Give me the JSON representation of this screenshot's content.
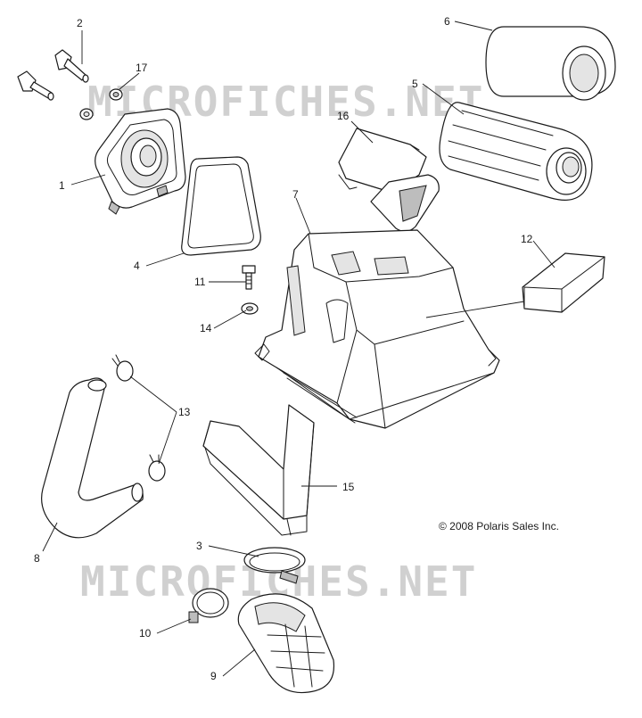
{
  "watermark": "MICROFICHES.NET",
  "copyright": "© 2008 Polaris Sales Inc.",
  "callouts": [
    "1",
    "2",
    "3",
    "4",
    "5",
    "6",
    "7",
    "8",
    "9",
    "10",
    "11",
    "12",
    "13",
    "14",
    "15",
    "16",
    "17"
  ]
}
